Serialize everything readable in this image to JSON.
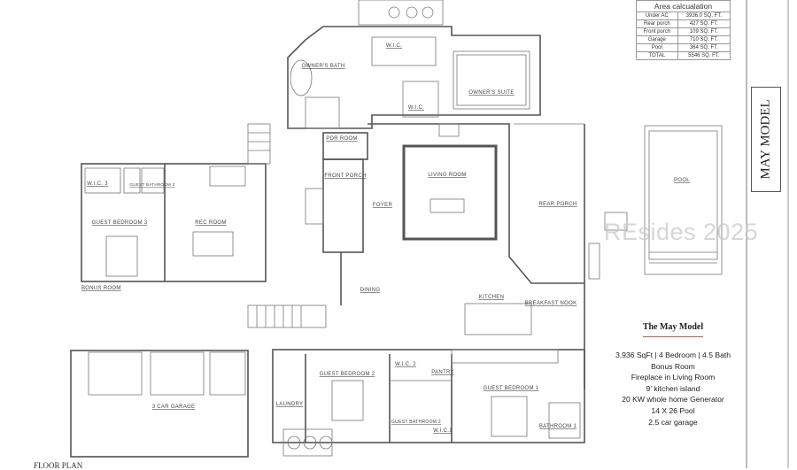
{
  "area_table": {
    "title": "Area calcualation",
    "rows": [
      {
        "label": "Under AC",
        "value": "3936.0 SQ. FT."
      },
      {
        "label": "Rear porch",
        "value": "427 SQ. FT."
      },
      {
        "label": "Front porch",
        "value": "109 SQ. FT."
      },
      {
        "label": "Garage",
        "value": "710 SQ. FT."
      },
      {
        "label": "Pool",
        "value": "364 SQ. FT."
      },
      {
        "label": "TOTAL",
        "value": "5546 SQ. FT."
      }
    ]
  },
  "title_block": "MAY MODEL",
  "watermark": "REsides 2025",
  "floor_plan_label": "FLOOR PLAN",
  "info": {
    "heading": "The May Model",
    "lines": [
      "3,936 SqFt | 4 Bedroom | 4.5 Bath",
      "Bonus Room",
      "Fireplace in Living Room",
      "9' kitchen island",
      "20 KW whole home Generator",
      "14 X 26 Pool",
      "2.5 car garage"
    ]
  },
  "rooms": {
    "wic_top": "W.I.C.",
    "owners_bath": "OWNER'S BATH",
    "owners_suite": "OWNER'S SUITE",
    "wic_owner2": "W.I.C.",
    "pdr_room": "PDR ROOM",
    "front_porch": "FRONT PORCH",
    "foyer": "FOYER",
    "living_room": "LIVING ROOM",
    "rear_porch": "REAR PORCH",
    "pool": "POOL",
    "wic3": "W.I.C. 3",
    "guest_bath3": "GUEST BATHROOM 3",
    "guest_bedroom3": "GUEST BEDROOM 3",
    "rec_room": "REC ROOM",
    "bonus_room": "BONUS ROOM",
    "dining": "DINING",
    "kitchen": "KITCHEN",
    "breakfast_nook": "BREAKFAST NOOK",
    "garage": "3 CAR GARAGE",
    "laundry": "LAUNDRY",
    "guest_bedroom2": "GUEST BEDROOM 2",
    "wic2": "W.I.C. 2",
    "pantry": "PANTRY",
    "guest_bath2": "GUEST BATHROOM 2",
    "wic1": "W.I.C.1",
    "guest_bedroom1": "GUEST BEDROOM 1",
    "bathroom1": "BATHROOM 1"
  }
}
